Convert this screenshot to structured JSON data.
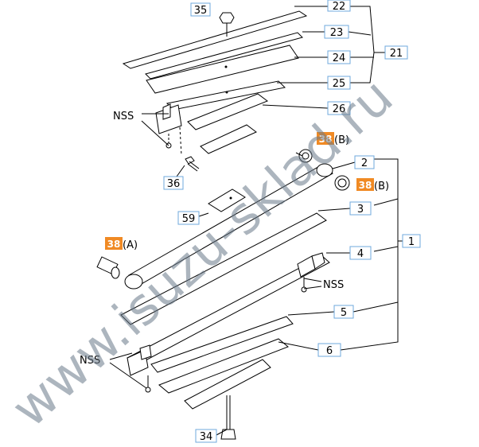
{
  "callouts": {
    "c35": "35",
    "c22": "22",
    "c23": "23",
    "c24": "24",
    "c21": "21",
    "c25": "25",
    "c26": "26",
    "c36": "36",
    "c2": "2",
    "c59": "59",
    "c3": "3",
    "c1": "1",
    "c4": "4",
    "c5": "5",
    "c6": "6",
    "c34": "34"
  },
  "highlight": {
    "h38a": "38",
    "h38b1": "38",
    "h38b2": "38"
  },
  "suffix": {
    "b1": "(B)",
    "b2": "(B)",
    "a": "(A)"
  },
  "nss": {
    "n1": "NSS",
    "n2": "NSS",
    "n3": "NSS"
  },
  "watermark": "www.isuzu-sklad.ru",
  "colors": {
    "highlight": "#f08a24",
    "callout_border": "#6fa8dc"
  }
}
